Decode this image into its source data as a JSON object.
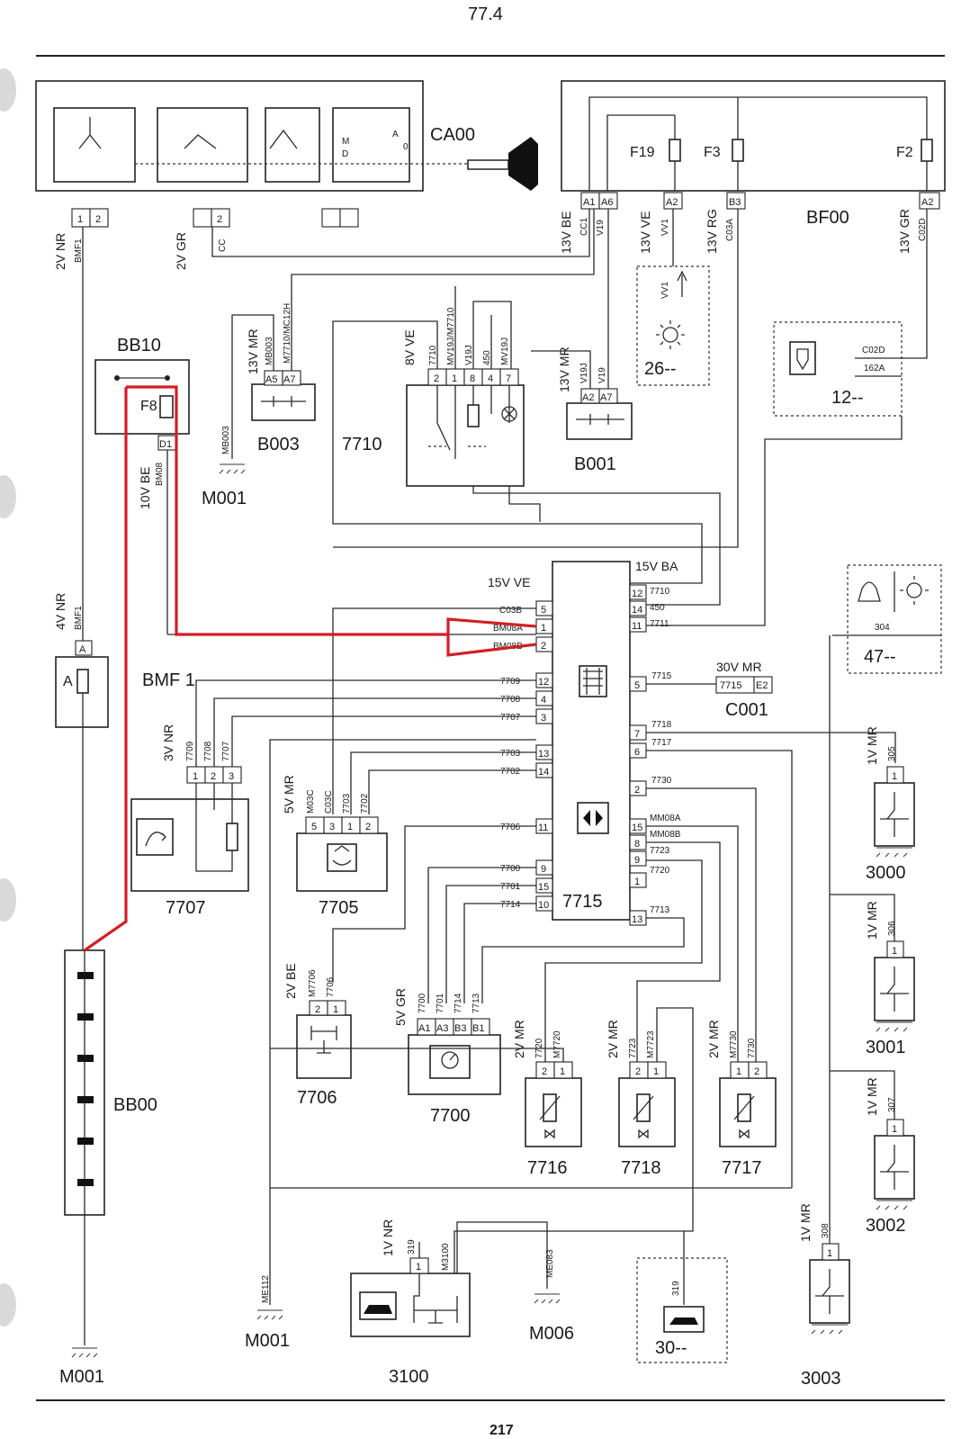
{
  "header": {
    "section": "77.4",
    "page_number": "217"
  },
  "colors": {
    "highlight": "#d21f26",
    "wire": "#2a2a2a"
  },
  "components": {
    "ca00": "CA00",
    "bf00": "BF00",
    "bb10": "BB10",
    "bb00": "BB00",
    "b003": "B003",
    "b001": "B001",
    "c7710": "7710",
    "c7715": "7715",
    "c7705": "7705",
    "c7707": "7707",
    "c7706": "7706",
    "c7700": "7700",
    "c7716": "7716",
    "c7718": "7718",
    "c7717": "7717",
    "c3000": "3000",
    "c3001": "3001",
    "c3002": "3002",
    "c3003": "3003",
    "c3100": "3100",
    "c001": "C001",
    "bmf1": "BMF 1",
    "ref26": "26--",
    "ref12": "12--",
    "ref47": "47--",
    "ref30": "30--",
    "m001_a": "M001",
    "m001_b": "M001",
    "m001_c": "M001",
    "m006": "M006"
  },
  "fuses": {
    "f19": "F19",
    "f3": "F3",
    "f2": "F2",
    "f8": "F8",
    "a": "A"
  },
  "connectors": {
    "c2v_nr": "2V NR",
    "c2v_gr": "2V GR",
    "c13v_be": "13V BE",
    "c13v_ve": "13V VE",
    "c13v_rg": "13V RG",
    "c13v_gr": "13V GR",
    "c13v_mr_b003": "13V MR",
    "c8v_ve": "8V VE",
    "c13v_mr_b001": "13V MR",
    "c10v_be": "10V BE",
    "c4v_nr": "4V NR",
    "c15v_ve": "15V VE",
    "c15v_ba": "15V BA",
    "c30v_mr": "30V MR",
    "c3v_nr": "3V NR",
    "c5v_mr": "5V MR",
    "c2v_be": "2V BE",
    "c5v_gr": "5V GR",
    "c2v_mr_7716": "2V MR",
    "c2v_mr_7718": "2V MR",
    "c2v_mr_7717": "2V MR",
    "c1v_mr_3000": "1V MR",
    "c1v_mr_3001": "1V MR",
    "c1v_mr_3002": "1V MR",
    "c1v_mr_3003": "1V MR",
    "c1v_nr_3100": "1V NR"
  },
  "wires": {
    "bmf1_a": "BMF1",
    "bmf1_b": "BMF1",
    "cc_a": "CC",
    "cc1": "CC1",
    "v19_a": "V19",
    "vv1_a": "VV1",
    "vv1_b": "VV1",
    "c03a": "C03A",
    "c02d_a": "C02D",
    "c02d_b": "C02D",
    "c162a": "162A",
    "mb003_a": "MB003",
    "mb003_b": "MB003",
    "m7710_mc12h": "M7710/MC12H",
    "w7710": "7710",
    "mv19j_m7710": "MV19J/M7710",
    "v19j_a": "V19J",
    "w450_a": "450",
    "mv19j_b": "MV19J",
    "v19j_b": "V19J",
    "v19_b": "V19",
    "bm08_a": "BM08",
    "c03b": "C03B",
    "bm08a": "BM08A",
    "bm08b": "BM08B",
    "w7710_b": "7710",
    "w450_b": "450",
    "w7711": "7711",
    "w7715": "7715",
    "w304": "304",
    "w7709": "7709",
    "w7708": "7708",
    "w7707": "7707",
    "w7718": "7718",
    "w7717": "7717",
    "w305": "305",
    "w7703": "7703",
    "w7702": "7702",
    "w7730": "7730",
    "mm08a": "MM08A",
    "mm08b": "MM08B",
    "w7706": "7706",
    "w7723": "7723",
    "w7700": "7700",
    "w7720": "7720",
    "w7701": "7701",
    "w7714": "7714",
    "w7713": "7713",
    "m03c": "M03C",
    "c03c": "C03C",
    "w7703b": "7703",
    "w7702b": "7702",
    "w7709b": "7709",
    "w7708b": "7708",
    "w7707b": "7707",
    "m7706": "M7706",
    "w7706b": "7706",
    "w7700b": "7700",
    "w7701b": "7701",
    "w7714b": "7714",
    "w7713b": "7713",
    "m7720": "M7720",
    "w7720b": "7720",
    "m7723": "M7723",
    "w7723b": "7723",
    "m7730": "M7730",
    "w7730b": "7730",
    "w306": "306",
    "w307": "307",
    "w308": "308",
    "w319_a": "319",
    "m3100": "M3100",
    "me083": "ME083",
    "me112": "ME112",
    "w319_b": "319",
    "w7715_c001": "7715"
  },
  "pins": {
    "p1": "1",
    "p2": "2",
    "p3": "3",
    "p4": "4",
    "p5": "5",
    "p6": "6",
    "p7": "7",
    "p8": "8",
    "p9": "9",
    "p10": "10",
    "p11": "11",
    "p12": "12",
    "p13": "13",
    "p14": "14",
    "p15": "15",
    "a1": "A1",
    "a2": "A2",
    "a3": "A3",
    "a5": "A5",
    "a6": "A6",
    "a7": "A7",
    "b1": "B1",
    "b3": "B3",
    "d1": "D1",
    "e2": "E2",
    "pa": "A"
  },
  "switch_labels": {
    "d": "D",
    "m": "M",
    "a": "A",
    "zero": "0"
  }
}
